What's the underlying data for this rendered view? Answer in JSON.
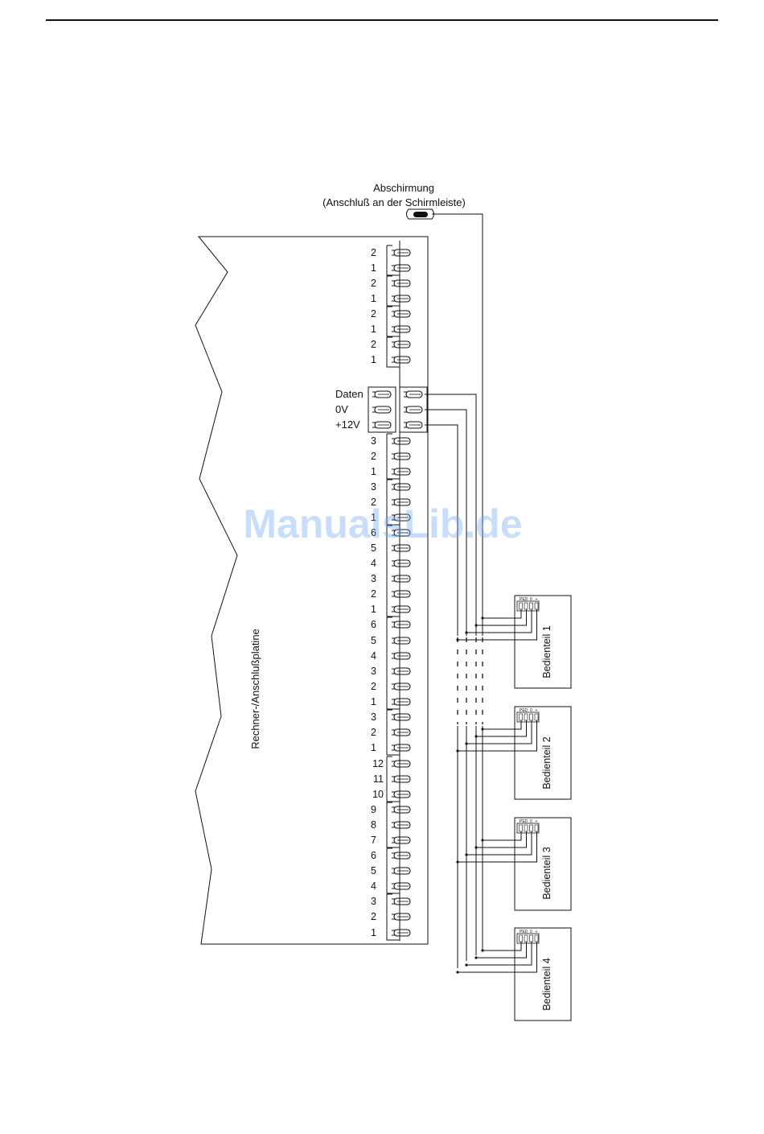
{
  "shield": {
    "title": "Abschirmung",
    "subtitle": "(Anschluß an der Schirmleiste)"
  },
  "board": {
    "label": "Rechner-/Anschlußplatine"
  },
  "bus_labels": [
    "Daten",
    "0V",
    "+12V"
  ],
  "upper_terminals": [
    "2",
    "1",
    "2",
    "1",
    "2",
    "1",
    "2",
    "1"
  ],
  "lower_terminals": [
    "3",
    "2",
    "1",
    "3",
    "2",
    "1",
    "6",
    "5",
    "4",
    "3",
    "2",
    "1",
    "6",
    "5",
    "4",
    "3",
    "2",
    "1",
    "3",
    "2",
    "1",
    "12",
    "11",
    "10",
    "9",
    "8",
    "7",
    "6",
    "5",
    "4",
    "3",
    "2",
    "1"
  ],
  "units": [
    {
      "label": "Bedienteil 1",
      "pins": [
        "PE",
        "D",
        "0",
        "+"
      ]
    },
    {
      "label": "Bedienteil 2",
      "pins": [
        "PE",
        "D",
        "0",
        "+"
      ]
    },
    {
      "label": "Bedienteil 3",
      "pins": [
        "PE",
        "D",
        "0",
        "+"
      ]
    },
    {
      "label": "Bedienteil 4",
      "pins": [
        "PE",
        "D",
        "0",
        "+"
      ]
    }
  ],
  "watermark": "ManualsLib.de"
}
